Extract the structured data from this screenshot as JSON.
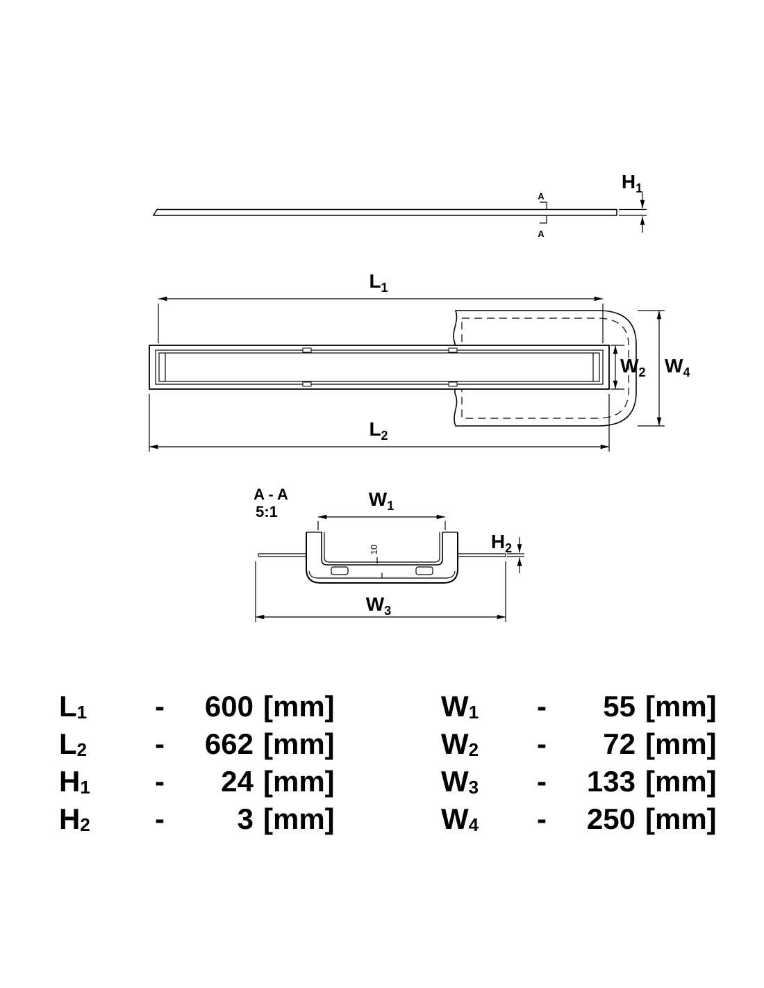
{
  "drawing": {
    "side_view": {
      "h1": {
        "base": "H",
        "sub": "1"
      },
      "cut_top": "A",
      "cut_bottom": "A"
    },
    "plan_view": {
      "l1": {
        "base": "L",
        "sub": "1"
      },
      "l2": {
        "base": "L",
        "sub": "2"
      },
      "w2": {
        "base": "W",
        "sub": "2"
      },
      "w4": {
        "base": "W",
        "sub": "4"
      }
    },
    "section_view": {
      "title": "A - A",
      "scale": "5:1",
      "w1": {
        "base": "W",
        "sub": "1"
      },
      "w3": {
        "base": "W",
        "sub": "3"
      },
      "h2": {
        "base": "H",
        "sub": "2"
      },
      "depth": "10"
    }
  },
  "table": {
    "rows_left": [
      {
        "base": "L",
        "sub": "1",
        "dash": "-",
        "value": "600",
        "unit": "[mm]"
      },
      {
        "base": "L",
        "sub": "2",
        "dash": "-",
        "value": "662",
        "unit": "[mm]"
      },
      {
        "base": "H",
        "sub": "1",
        "dash": "-",
        "value": "24",
        "unit": "[mm]"
      },
      {
        "base": "H",
        "sub": "2",
        "dash": "-",
        "value": "3",
        "unit": "[mm]"
      }
    ],
    "rows_right": [
      {
        "base": "W",
        "sub": "1",
        "dash": "-",
        "value": "55",
        "unit": "[mm]"
      },
      {
        "base": "W",
        "sub": "2",
        "dash": "-",
        "value": "72",
        "unit": "[mm]"
      },
      {
        "base": "W",
        "sub": "3",
        "dash": "-",
        "value": "133",
        "unit": "[mm]"
      },
      {
        "base": "W",
        "sub": "4",
        "dash": "-",
        "value": "250",
        "unit": "[mm]"
      }
    ]
  }
}
